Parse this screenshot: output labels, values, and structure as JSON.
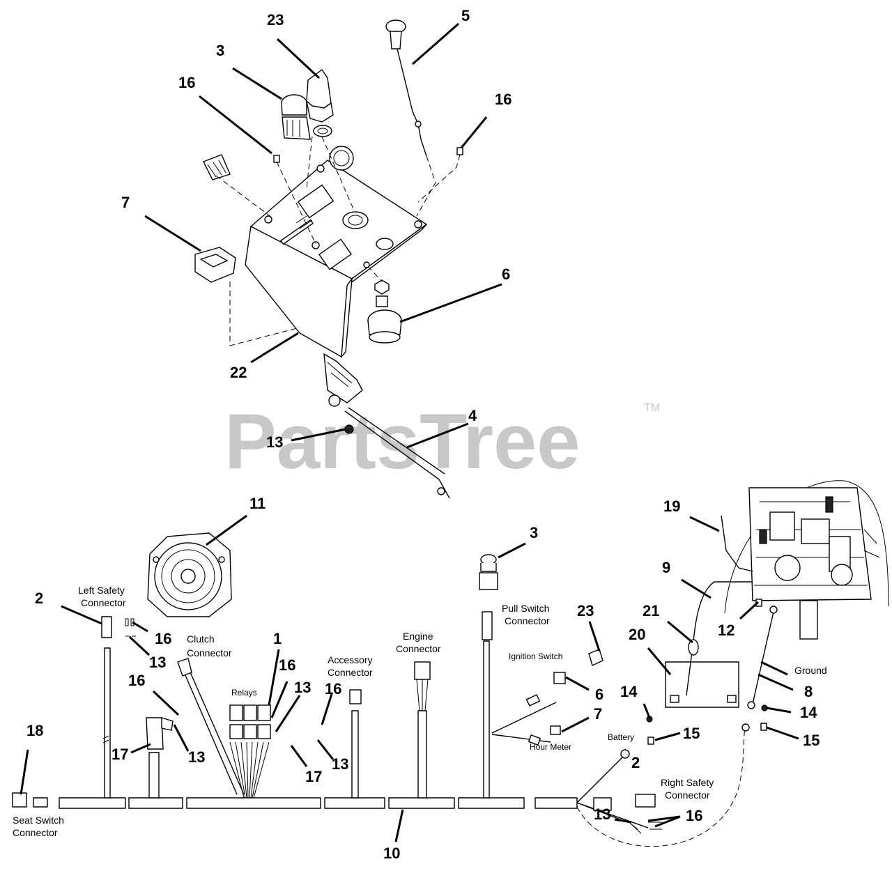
{
  "watermark": {
    "text": "PartsTree",
    "tm": "TM"
  },
  "callouts": {
    "c23a": "23",
    "c5": "5",
    "c3a": "3",
    "c16a": "16",
    "c16b": "16",
    "c7a": "7",
    "c6a": "6",
    "c22": "22",
    "c4": "4",
    "c13a": "13",
    "c11": "11",
    "c19": "19",
    "c3b": "3",
    "c9": "9",
    "c2a": "2",
    "c21": "21",
    "c23b": "23",
    "c12": "12",
    "c16c": "16",
    "c20": "20",
    "c13b": "13",
    "c1": "1",
    "c16d": "16",
    "c13c": "13",
    "c16e": "16",
    "c16f": "16",
    "c8": "8",
    "c14a": "14",
    "c6b": "6",
    "c7b": "7",
    "c14b": "14",
    "c18": "18",
    "c17a": "17",
    "c13d": "13",
    "c13e": "13",
    "c17b": "17",
    "c15a": "15",
    "c15b": "15",
    "c2b": "2",
    "c13f": "13",
    "c16g": "16",
    "c10": "10"
  },
  "labels": {
    "left_safety_1": "Left Safety",
    "left_safety_2": "Connector",
    "clutch_1": "Clutch",
    "clutch_2": "Connector",
    "relays": "Relays",
    "accessory_1": "Accessory",
    "accessory_2": "Connector",
    "engine_1": "Engine",
    "engine_2": "Connector",
    "pull_switch_1": "Pull Switch",
    "pull_switch_2": "Connector",
    "ignition_switch": "Ignition Switch",
    "hour_meter": "Hour Meter",
    "battery": "Battery",
    "ground": "Ground",
    "right_safety_1": "Right Safety",
    "right_safety_2": "Connector",
    "seat_switch_1": "Seat Switch",
    "seat_switch_2": "Connector"
  }
}
